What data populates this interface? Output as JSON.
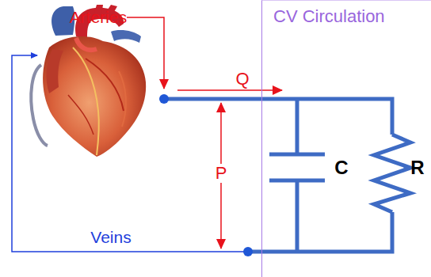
{
  "diagram": {
    "nodes": [
      {
        "text": [
          "CV Circulation"
        ]
      }
    ],
    "labels": [
      "Arteries",
      "Q",
      "P",
      "Veins",
      "C",
      "R"
    ]
  }
}
